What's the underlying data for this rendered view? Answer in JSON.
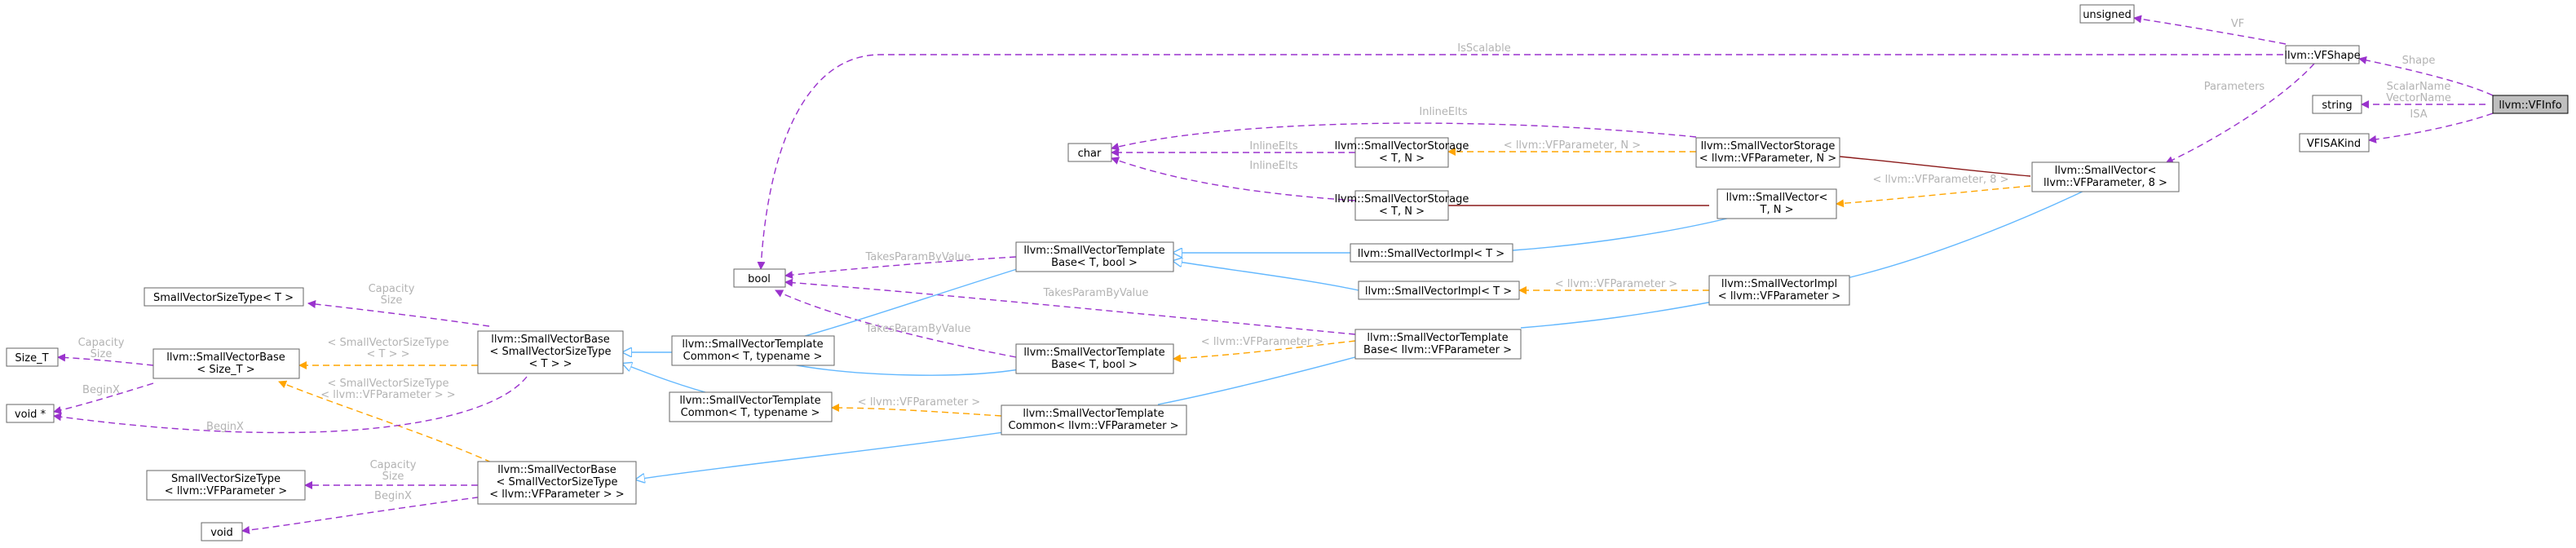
{
  "colors": {
    "usage": "#9a32cd",
    "template_instance": "#ffa500",
    "inheritance": "#63b8ff",
    "private_inheritance": "#8b1a1a",
    "focus_node_fill": "#bfbfbf"
  },
  "nodes": {
    "vfinfo": [
      "llvm::VFInfo"
    ],
    "unsigned": [
      "unsigned"
    ],
    "vfshape": [
      "llvm::VFShape"
    ],
    "string": [
      "string"
    ],
    "vfisakind": [
      "VFISAKind"
    ],
    "smallvector_vfp8": [
      "llvm::SmallVector<",
      "llvm::VFParameter, 8 >"
    ],
    "svstorage_vfp": [
      "llvm::SmallVectorStorage",
      "< llvm::VFParameter, N >"
    ],
    "char": [
      "char"
    ],
    "svstorage_tn1": [
      "llvm::SmallVectorStorage",
      "< T, N >"
    ],
    "svstorage_tn2": [
      "llvm::SmallVectorStorage",
      "< T, N >"
    ],
    "smallvector_tn": [
      "llvm::SmallVector<",
      "T, N >"
    ],
    "svimpl_t1": [
      "llvm::SmallVectorImpl< T >"
    ],
    "svimpl_t2": [
      "llvm::SmallVectorImpl< T >"
    ],
    "svimpl_vfp": [
      "llvm::SmallVectorImpl",
      "< llvm::VFParameter >"
    ],
    "bool": [
      "bool"
    ],
    "svtb_tbool1": [
      "llvm::SmallVectorTemplate",
      "Base< T, bool >"
    ],
    "svtb_tbool2": [
      "llvm::SmallVectorTemplate",
      "Base< T, bool >"
    ],
    "svtb_vfp": [
      "llvm::SmallVectorTemplate",
      "Base< llvm::VFParameter >"
    ],
    "svtc_t1": [
      "llvm::SmallVectorTemplate",
      "Common< T, typename >"
    ],
    "svtc_t2": [
      "llvm::SmallVectorTemplate",
      "Common< T, typename >"
    ],
    "svtc_vfp": [
      "llvm::SmallVectorTemplate",
      "Common< llvm::VFParameter >"
    ],
    "svsizetype_t": [
      "SmallVectorSizeType< T >"
    ],
    "svbase_sst_t": [
      "llvm::SmallVectorBase",
      "< SmallVectorSizeType",
      "< T > >"
    ],
    "svbase_sst_vfp": [
      "llvm::SmallVectorBase",
      "< SmallVectorSizeType",
      "< llvm::VFParameter > >"
    ],
    "size_t": [
      "Size_T"
    ],
    "svbase_size_t": [
      "llvm::SmallVectorBase",
      "< Size_T >"
    ],
    "void_ptr": [
      "void *"
    ],
    "svsizetype_vfp": [
      "SmallVectorSizeType",
      "< llvm::VFParameter >"
    ],
    "void": [
      "void"
    ]
  },
  "edge_labels": {
    "shape": [
      "Shape"
    ],
    "scalarname": [
      "ScalarName",
      "VectorName"
    ],
    "isa": [
      "ISA"
    ],
    "vf": [
      "VF"
    ],
    "isscalable": [
      "IsScalable"
    ],
    "parameters": [
      "Parameters"
    ],
    "inlineelts_top": [
      "InlineElts"
    ],
    "inlineelts_mid": [
      "InlineElts"
    ],
    "inlineelts_low": [
      "InlineElts"
    ],
    "vfp_n": [
      "< llvm::VFParameter, N >"
    ],
    "vfp_8": [
      "< llvm::VFParameter, 8 >"
    ],
    "vfp_impl": [
      "< llvm::VFParameter >"
    ],
    "vfp_base": [
      "< llvm::VFParameter >"
    ],
    "vfp_common": [
      "< llvm::VFParameter >"
    ],
    "takesparam1": [
      "TakesParamByValue"
    ],
    "takesparam2": [
      "TakesParamByValue"
    ],
    "takesparam3": [
      "TakesParamByValue"
    ],
    "capsize_t": [
      "Capacity",
      "Size"
    ],
    "capsize_size_t": [
      "Capacity",
      "Size"
    ],
    "capsize_vfp": [
      "Capacity",
      "Size"
    ],
    "sst_t": [
      "< SmallVectorSizeType",
      "< T > >"
    ],
    "sst_vfp": [
      "< SmallVectorSizeType",
      "< llvm::VFParameter > >"
    ],
    "beginx1": [
      "BeginX"
    ],
    "beginx2": [
      "BeginX"
    ],
    "beginx3": [
      "BeginX"
    ]
  }
}
